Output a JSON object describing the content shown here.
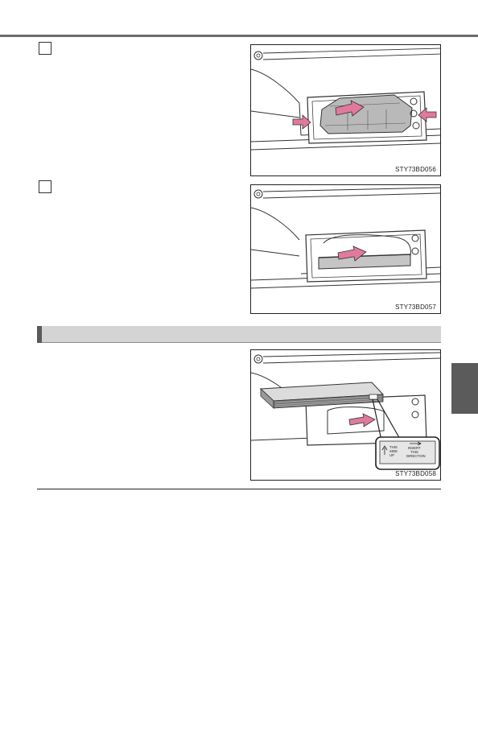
{
  "page": {
    "steps": [
      {
        "number": "",
        "figure_code": "STY73BD056"
      },
      {
        "number": "",
        "figure_code": "STY73BD057"
      }
    ],
    "section_title": "",
    "install_figure": {
      "figure_code": "STY73BD058",
      "label_this_side_up": [
        "THIS",
        "SIDE",
        "UP"
      ],
      "label_insert_direction": [
        "INSERT",
        "THIS",
        "DIRECTION"
      ]
    },
    "side_tab_label": "",
    "colors": {
      "arrow_pink": "#e07a9c",
      "section_bar": "#d4d4d4",
      "side_tab": "#5b5b5b"
    }
  }
}
